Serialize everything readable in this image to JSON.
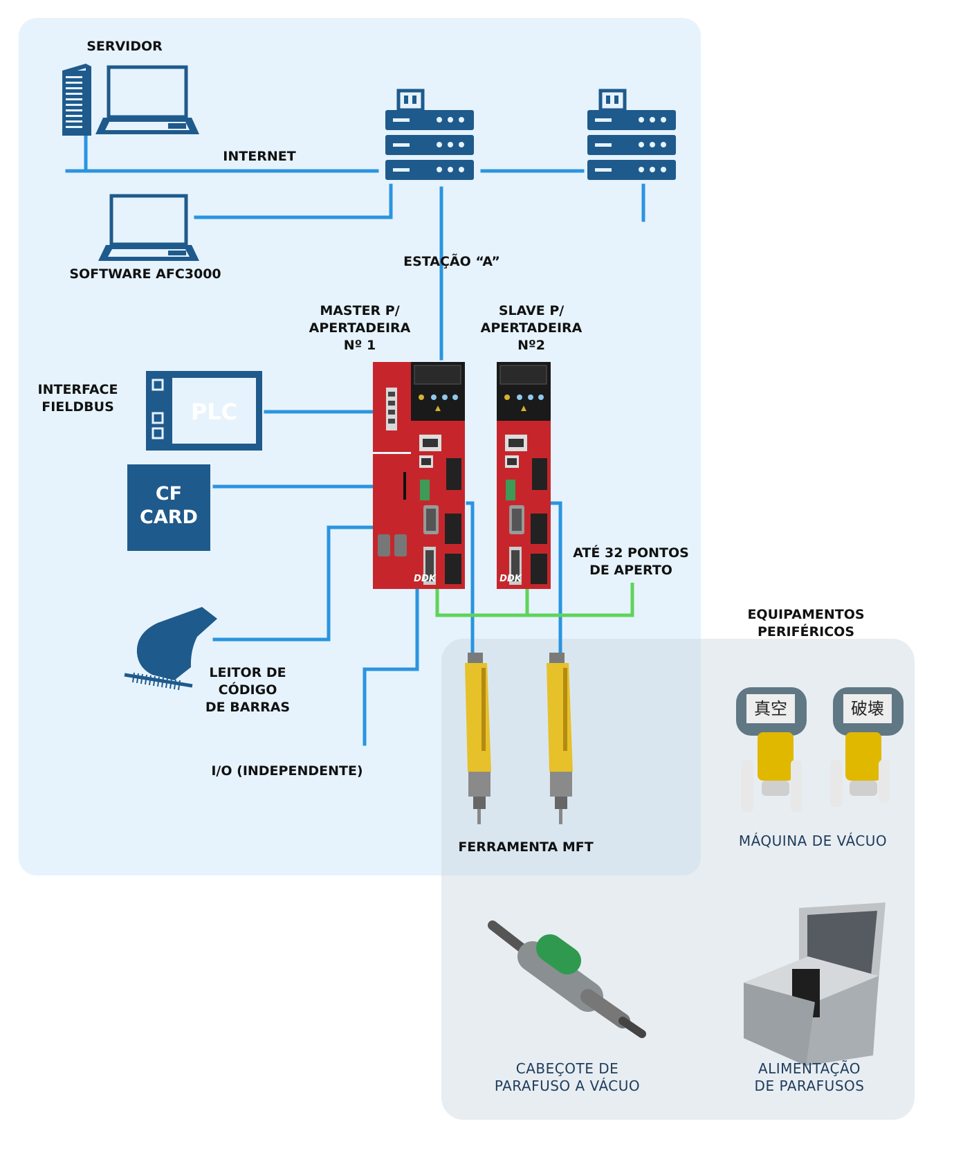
{
  "colors": {
    "primary": "#1f5a8c",
    "line": "#2b94e0",
    "green": "#5fd35a",
    "controller": "#c6262b",
    "tool": "#e6c12a"
  },
  "labels": {
    "servidor": "SERVIDOR",
    "internet": "INTERNET",
    "software": "SOFTWARE AFC3000",
    "estacao": "ESTAÇÃO “A”",
    "master": "MASTER P/\nAPERTADEIRA\nNº 1",
    "slave": "SLAVE P/\nAPERTADEIRA\nNº2",
    "interface": "INTERFACE\nFIELDBUS",
    "ate32": "ATÉ 32 PONTOS\nDE APERTO",
    "equip": "EQUIPAMENTOS\nPERIFÉRICOS",
    "leitor": "LEITOR DE\nCÓDIGO\nDE BARRAS",
    "io": "I/O (INDEPENDENTE)",
    "ferramenta": "FERRAMENTA MFT",
    "vacuo": "MÁQUINA DE VÁCUO",
    "cabecote": "CABEÇOTE DE\nPARAFUSO A VÁCUO",
    "alimentacao": "ALIMENTAÇÃO\nDE PARAFUSOS"
  },
  "blocks": {
    "plc": "PLC",
    "cf": "CF\nCARD"
  },
  "controllers": {
    "brand": "DDK"
  },
  "pumps": {
    "left": "真空",
    "right": "破壊"
  },
  "icons": [
    "server-tower-icon",
    "laptop-icon",
    "network-server-icon",
    "plc-icon",
    "cf-card-icon",
    "barcode-scanner-icon",
    "screwdriver-tool-icon",
    "vacuum-pump-icon",
    "vacuum-screw-head-icon",
    "screw-feeder-icon"
  ]
}
